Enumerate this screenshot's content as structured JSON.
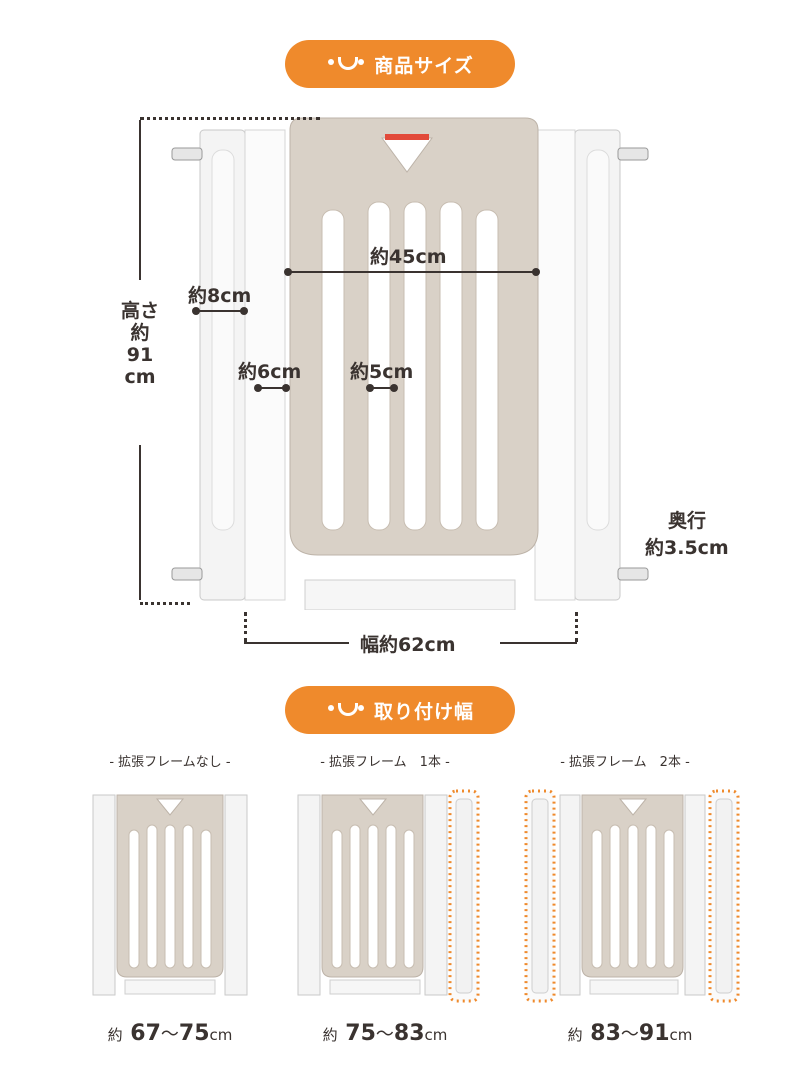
{
  "sections": {
    "size_title": "商品サイズ",
    "install_title": "取り付け幅"
  },
  "dimensions": {
    "height_label": [
      "高さ",
      "約",
      "91",
      "cm"
    ],
    "width_panel": "約45cm",
    "frame_width": "約8cm",
    "gap_side": "約6cm",
    "gap_bars": "約5cm",
    "depth_top": "奥行",
    "depth_bottom": "約3.5cm",
    "total_width": "幅約62cm"
  },
  "variants": [
    {
      "caption": "- 拡張フレームなし -",
      "prefix": "約",
      "from": "67",
      "tilde": "〜",
      "to": "75",
      "unit": "cm"
    },
    {
      "caption": "- 拡張フレーム　1本 -",
      "prefix": "約",
      "from": "75",
      "tilde": "〜",
      "to": "83",
      "unit": "cm"
    },
    {
      "caption": "- 拡張フレーム　2本 -",
      "prefix": "約",
      "from": "83",
      "tilde": "〜",
      "to": "91",
      "unit": "cm"
    }
  ],
  "colors": {
    "accent": "#ef8a2c",
    "panel": "#d9d1c7",
    "frame": "#f4f4f4",
    "text": "#3a3330"
  }
}
